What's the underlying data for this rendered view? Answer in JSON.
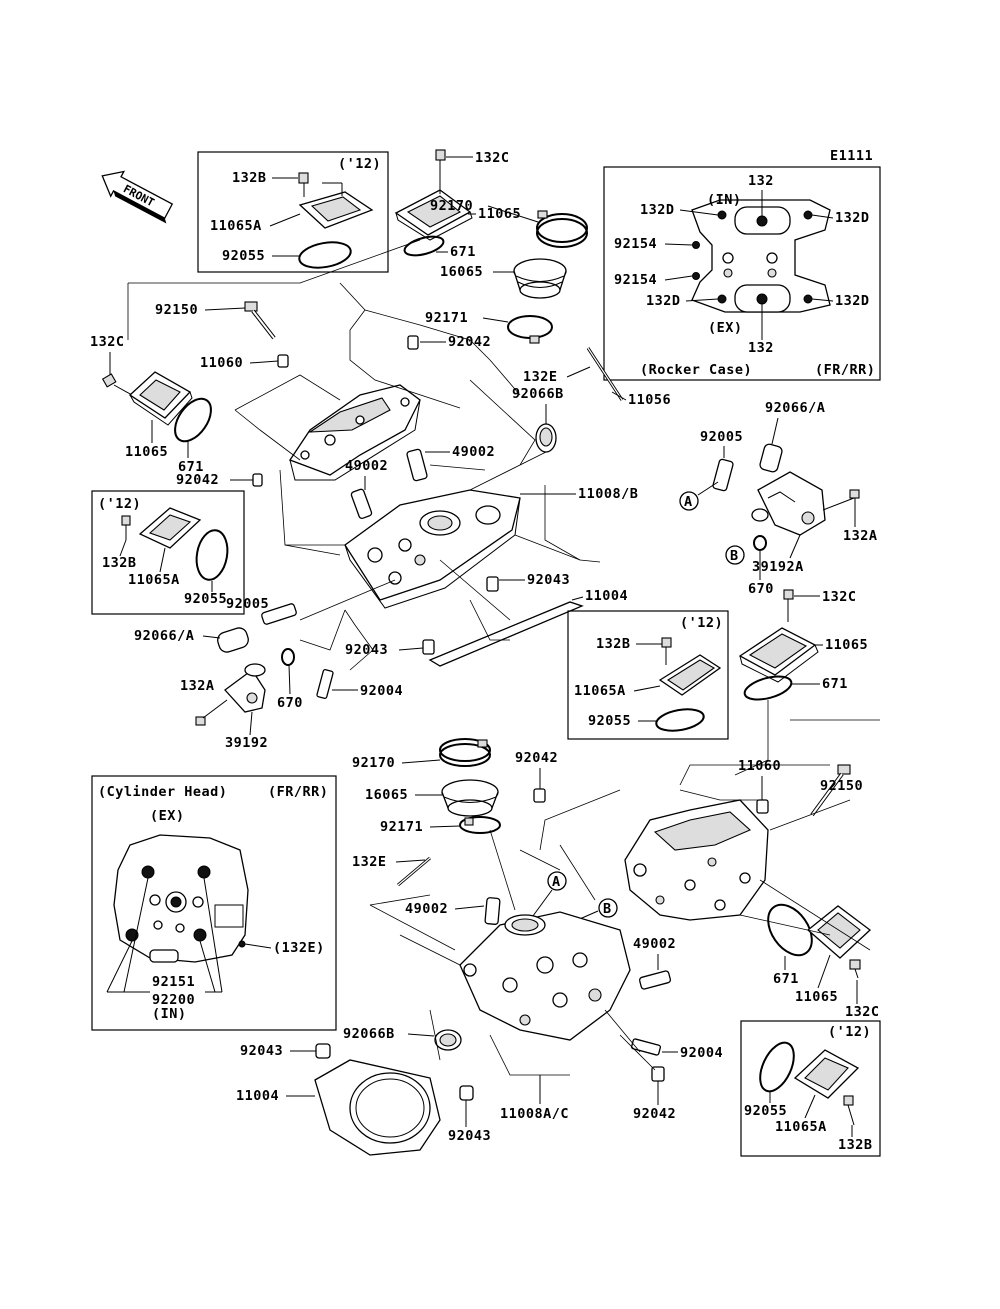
{
  "diagram_code": "E1111",
  "orientation_label": "FRONT",
  "insets": {
    "rocker_case": {
      "title": "(Rocker Case)",
      "variant": "(FR/RR)",
      "in_label": "(IN)",
      "ex_label": "(EX)"
    },
    "cylinder_head": {
      "title": "(Cylinder Head)",
      "variant": "(FR/RR)",
      "ex_label": "(EX)",
      "in_label": "(IN)"
    },
    "year_tag": "('12)"
  },
  "ref_markers": {
    "a": "A",
    "b": "B"
  },
  "parts": {
    "p132": "132",
    "p132A": "132A",
    "p132B": "132B",
    "p132C": "132C",
    "p132D": "132D",
    "p132E": "132E",
    "p132E_paren": "(132E)",
    "p11004": "11004",
    "p11008B": "11008/B",
    "p11008AC": "11008A/C",
    "p11056": "11056",
    "p11060": "11060",
    "p11065": "11065",
    "p11065A": "11065A",
    "p16065": "16065",
    "p39192": "39192",
    "p39192A": "39192A",
    "p49002": "49002",
    "p670": "670",
    "p671": "671",
    "p92004": "92004",
    "p92005": "92005",
    "p92042": "92042",
    "p92043": "92043",
    "p92055": "92055",
    "p92066A": "92066/A",
    "p92066B": "92066B",
    "p92150": "92150",
    "p92151": "92151",
    "p92154": "92154",
    "p92170": "92170",
    "p92171": "92171",
    "p92200": "92200"
  }
}
